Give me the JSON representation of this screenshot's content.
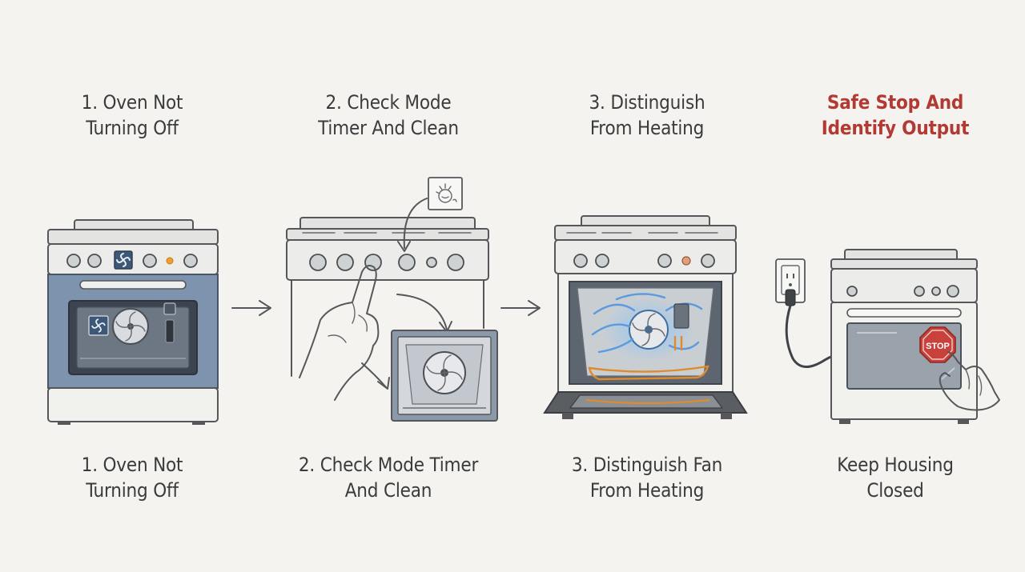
{
  "steps": [
    {
      "title": "1. Oven Not\nTurning Off",
      "caption": "1. Oven Not\nTurning Off"
    },
    {
      "title": "2. Check Mode\nTimer And Clean",
      "caption": "2. Check Mode Timer\nAnd Clean"
    },
    {
      "title": "3. Distinguish\nFrom Heating",
      "caption": "3. Distinguish Fan\nFrom Heating"
    },
    {
      "title": "Safe Stop And\nIdentify Output",
      "caption": "Keep Housing\nClosed"
    }
  ],
  "stop_sign_text": "STOP",
  "colors": {
    "background": "#f4f3ef",
    "alert_red": "#b33a33",
    "oven_blue": "#7e93ad",
    "airflow_blue": "#5a9be0",
    "heating_orange": "#e08a2c",
    "indicator_orange": "#f0a030"
  },
  "icons": [
    "fan-mode-icon",
    "self-clean-icon",
    "stop-sign-icon",
    "wall-outlet-icon",
    "right-arrow-icon",
    "pointing-hand-icon"
  ]
}
